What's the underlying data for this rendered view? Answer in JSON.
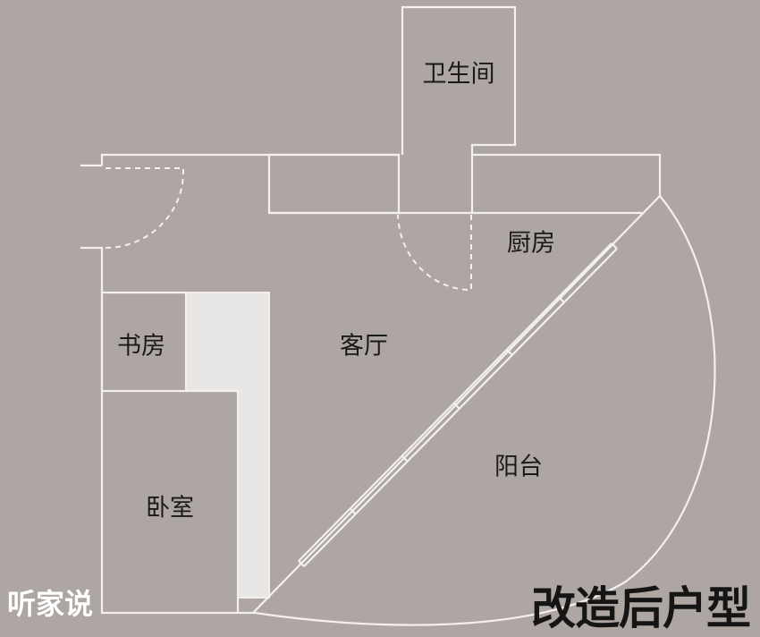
{
  "rooms": {
    "bathroom": "卫生间",
    "kitchen": "厨房",
    "study": "书房",
    "living_room": "客厅",
    "balcony": "阳台",
    "bedroom": "卧室"
  },
  "title": "改造后户型",
  "watermark": "听家说",
  "colors": {
    "background": "#aea6a2",
    "walls": "#f3f0ee",
    "corridor": "#e9e7e6",
    "text": "#1a1a1a"
  }
}
